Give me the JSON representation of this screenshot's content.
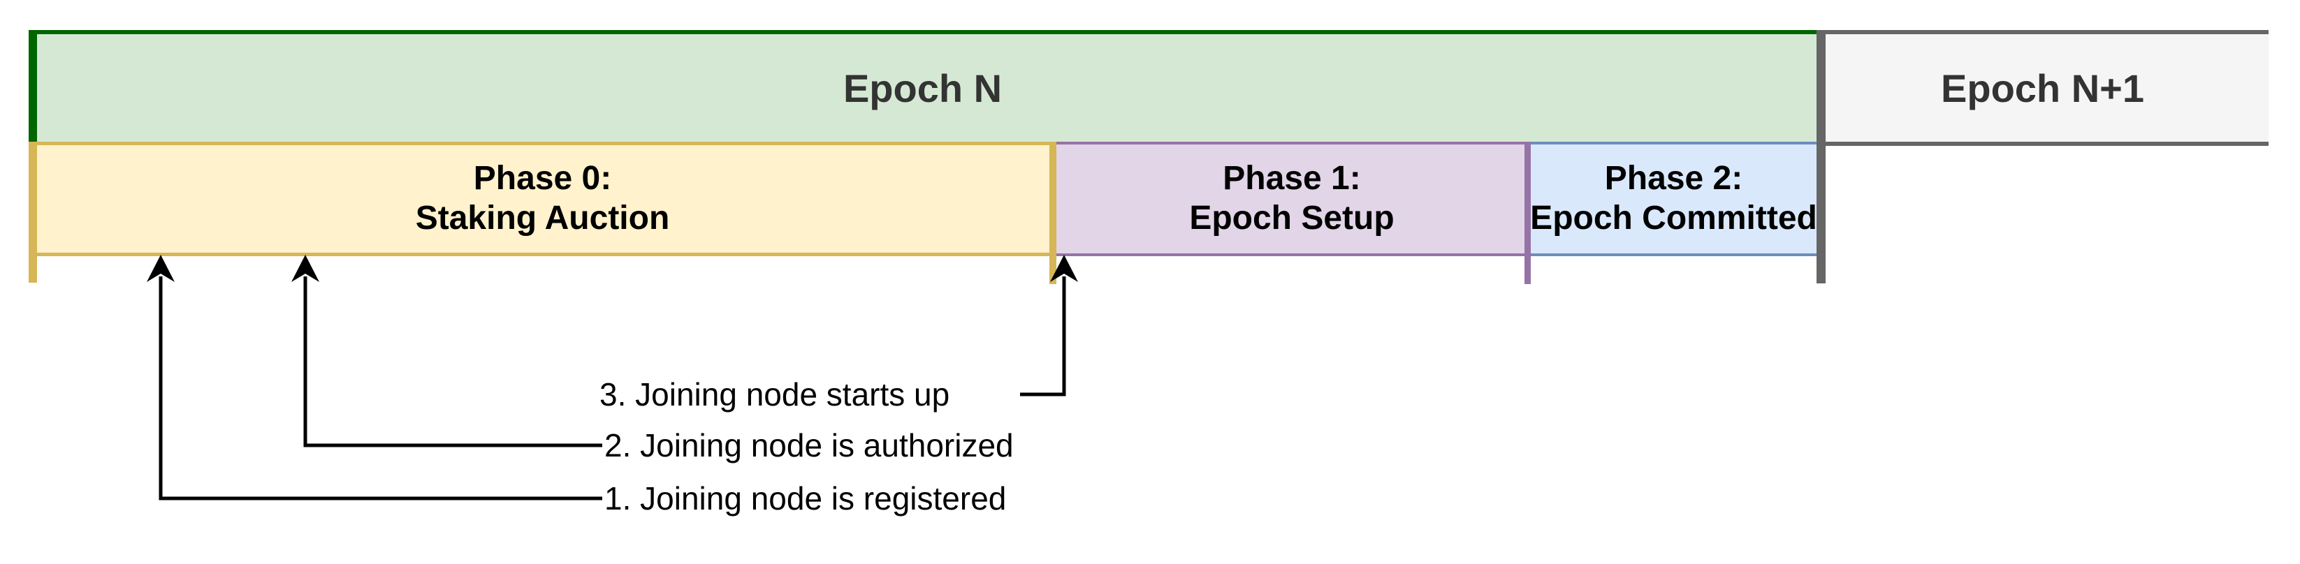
{
  "diagram": {
    "background": "#ffffff",
    "epoch_row": [
      {
        "label": "Epoch N",
        "fill": "#d5e8d4",
        "accent": "#006600",
        "text_color": "#333333"
      },
      {
        "label": "Epoch N+1",
        "fill": "#f5f5f5",
        "accent": "#666666",
        "text_color": "#333333"
      }
    ],
    "phase_row": [
      {
        "title": "Phase 0:",
        "subtitle": "Staking Auction",
        "fill": "#fff2cc",
        "accent": "#d6b656",
        "text_color": "#000000"
      },
      {
        "title": "Phase 1:",
        "subtitle": "Epoch Setup",
        "fill": "#e1d5e7",
        "accent": "#9673a6",
        "text_color": "#000000"
      },
      {
        "title": "Phase 2:",
        "subtitle": "Epoch Committed",
        "fill": "#dae8fc",
        "accent": "#6c8ebf",
        "text_color": "#000000"
      }
    ],
    "timeline_events": [
      {
        "label": "1. Joining node is registered"
      },
      {
        "label": "2. Joining node is authorized"
      },
      {
        "label": "3. Joining node starts up"
      }
    ],
    "arrow_color": "#000000"
  }
}
